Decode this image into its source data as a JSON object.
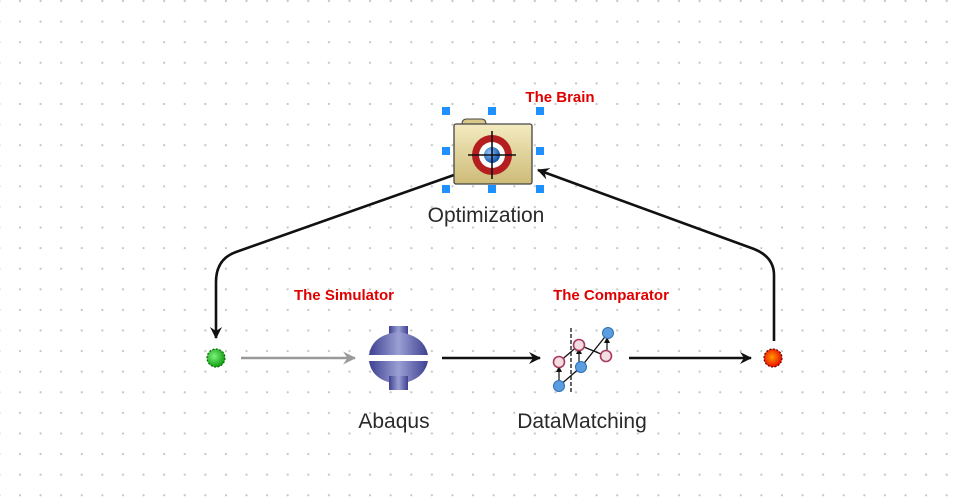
{
  "diagram": {
    "nodes": [
      {
        "id": "optimization",
        "label": "Optimization",
        "annotation": "The Brain",
        "icon": "lifebuoy-folder-icon",
        "selected": true
      },
      {
        "id": "start",
        "label": "",
        "icon": "start-port-icon",
        "color": "#22c422"
      },
      {
        "id": "abaqus",
        "label": "Abaqus",
        "annotation": "The Simulator",
        "icon": "abaqus-icon",
        "color": "#5a5ea8"
      },
      {
        "id": "datamatching",
        "label": "DataMatching",
        "annotation": "The Comparator",
        "icon": "data-matching-icon"
      },
      {
        "id": "end",
        "label": "",
        "icon": "end-port-icon",
        "color": "#ff2a00"
      }
    ],
    "edges": [
      {
        "from": "optimization",
        "to": "start",
        "style": "solid"
      },
      {
        "from": "start",
        "to": "abaqus",
        "style": "inactive"
      },
      {
        "from": "abaqus",
        "to": "datamatching",
        "style": "solid"
      },
      {
        "from": "datamatching",
        "to": "end",
        "style": "solid"
      },
      {
        "from": "end",
        "to": "optimization",
        "style": "solid"
      }
    ],
    "colors": {
      "annotation": "#e00000",
      "selection_handle": "#1e90ff",
      "edge": "#111111",
      "edge_inactive": "#999999"
    }
  }
}
